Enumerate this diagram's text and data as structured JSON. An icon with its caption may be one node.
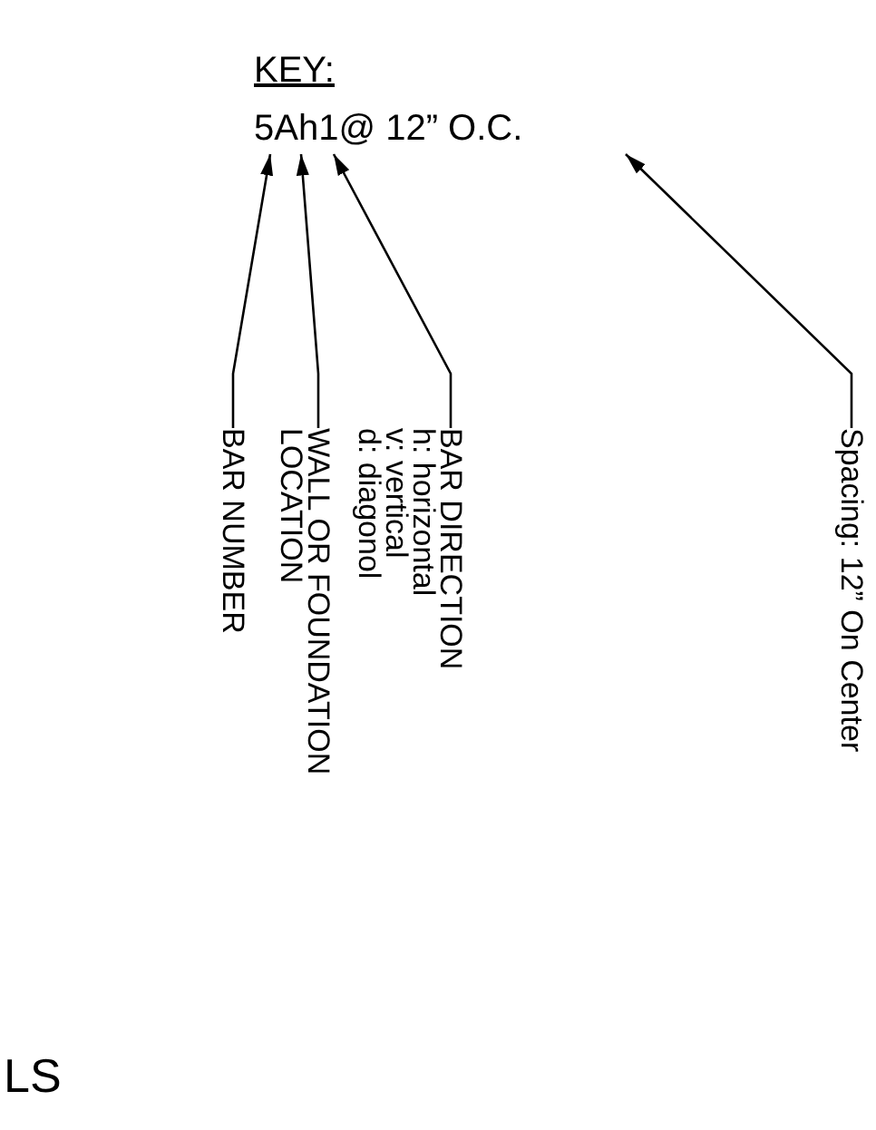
{
  "diagram": {
    "title": "KEY:",
    "nodes": [
      {
        "text": [
          "5Ah1@ 12” O.C."
        ]
      },
      {
        "text": [
          "BAR NUMBER"
        ]
      },
      {
        "text": [
          "WALL OR FOUNDATION LOCATION"
        ]
      },
      {
        "text": [
          "BAR DIRECTION",
          "h: horizontal",
          "v: vertical",
          "d: diagonol"
        ]
      },
      {
        "text": [
          "Spacing: 12” On Center"
        ]
      }
    ],
    "edges": [
      {
        "from": 1,
        "to": 0,
        "arrow": "to"
      },
      {
        "from": 2,
        "to": 0,
        "arrow": "to"
      },
      {
        "from": 3,
        "to": 0,
        "arrow": "to"
      },
      {
        "from": 4,
        "to": 0,
        "arrow": "to"
      }
    ],
    "labels": [
      "LS"
    ]
  }
}
